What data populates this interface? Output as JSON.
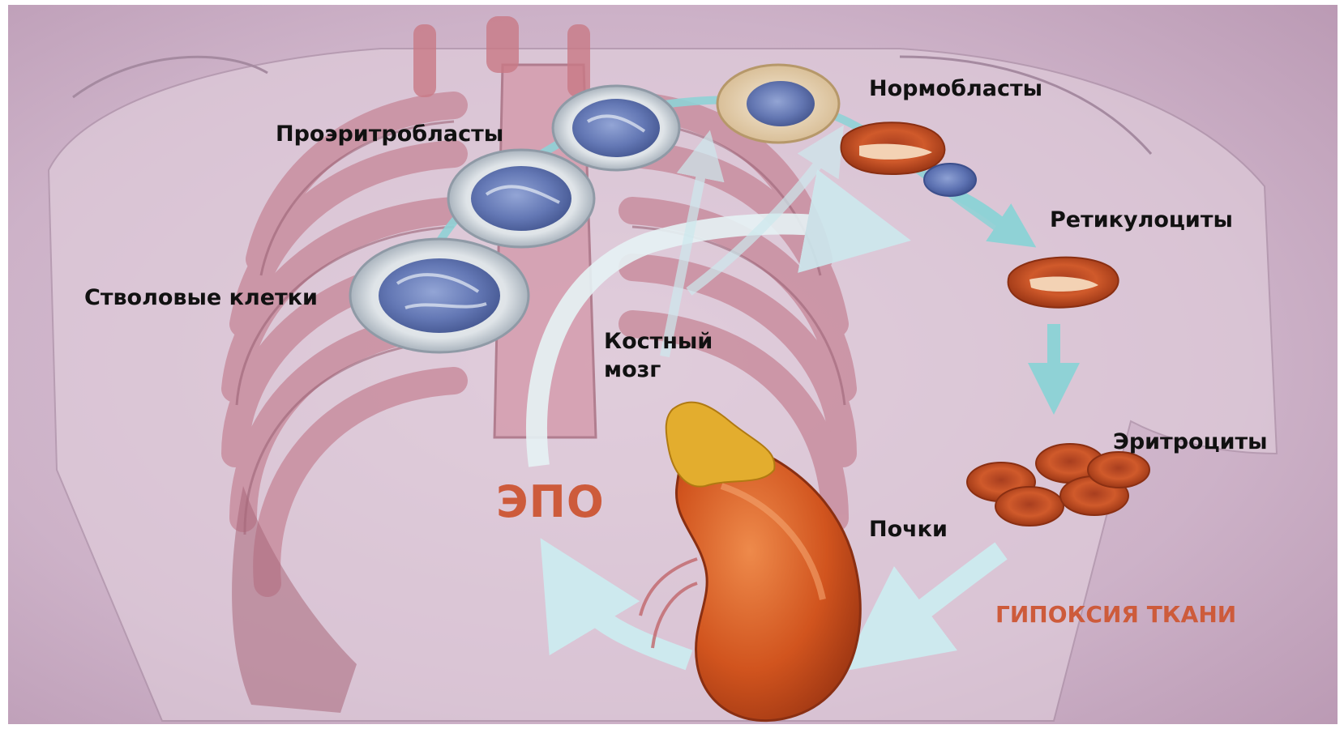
{
  "labels": {
    "stem_cells": "Стволовые клетки",
    "proerythroblasts": "Проэритробласты",
    "normoblasts": "Нормобласты",
    "reticulocytes": "Ретикулоциты",
    "erythrocytes": "Эритроциты",
    "kidneys": "Почки",
    "bone_marrow_1": "Костный",
    "bone_marrow_2": "мозг",
    "epo": "ЭПО",
    "tissue_hypoxia": "ГИПОКСИЯ ТКАНИ"
  },
  "colors": {
    "background": "#c9aac3",
    "background_light": "#e6d6e3",
    "ribs": "#c98e9f",
    "arrow": "#cde9ee",
    "arrow_teal": "#8fd2d6",
    "kidney": "#d1541e",
    "adrenal": "#e3ad2e",
    "cell_nucleus": "#5a6fae",
    "red_cell": "#c24a24",
    "accent_text": "#cd5b3b",
    "label_text": "#111111"
  }
}
